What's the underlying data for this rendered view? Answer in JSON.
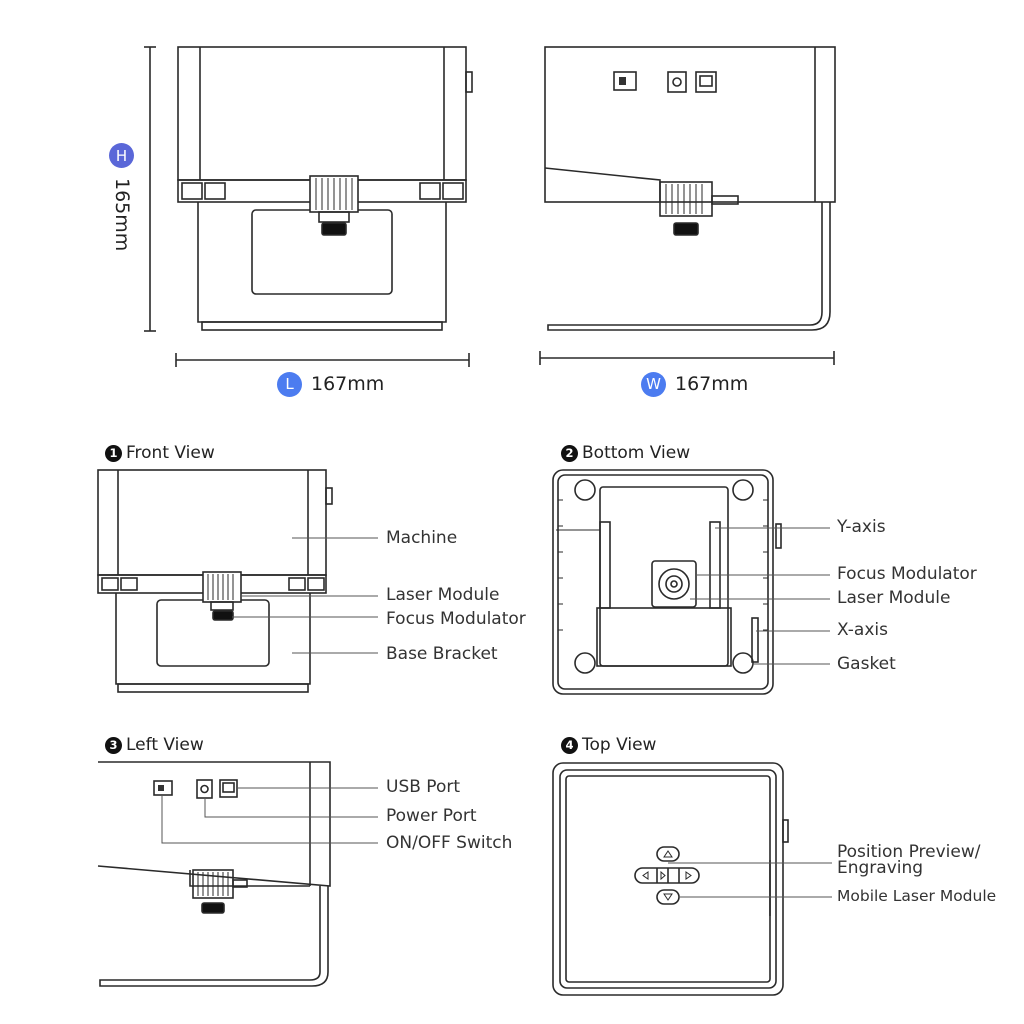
{
  "colors": {
    "badge_h": "#5a67d8",
    "badge_l": "#4c7cf0",
    "badge_w": "#4c7cf0",
    "line": "#2a2a2a",
    "leader": "#555555"
  },
  "dimensions": {
    "height": {
      "badge": "H",
      "value": "165mm"
    },
    "length": {
      "badge": "L",
      "value": "167mm"
    },
    "width": {
      "badge": "W",
      "value": "167mm"
    }
  },
  "views": {
    "front": {
      "number": "1",
      "title": "Front View",
      "labels": [
        "Machine",
        "Laser Module",
        "Focus Modulator",
        "Base Bracket"
      ]
    },
    "bottom": {
      "number": "2",
      "title": "Bottom View",
      "labels": [
        "Y-axis",
        "Focus Modulator",
        "Laser Module",
        "X-axis",
        "Gasket"
      ]
    },
    "left": {
      "number": "3",
      "title": "Left View",
      "labels": [
        "USB Port",
        "Power Port",
        "ON/OFF Switch"
      ]
    },
    "top": {
      "number": "4",
      "title": "Top View",
      "labels": [
        "Position Preview/",
        "Engraving",
        "Mobile Laser Module"
      ]
    }
  }
}
